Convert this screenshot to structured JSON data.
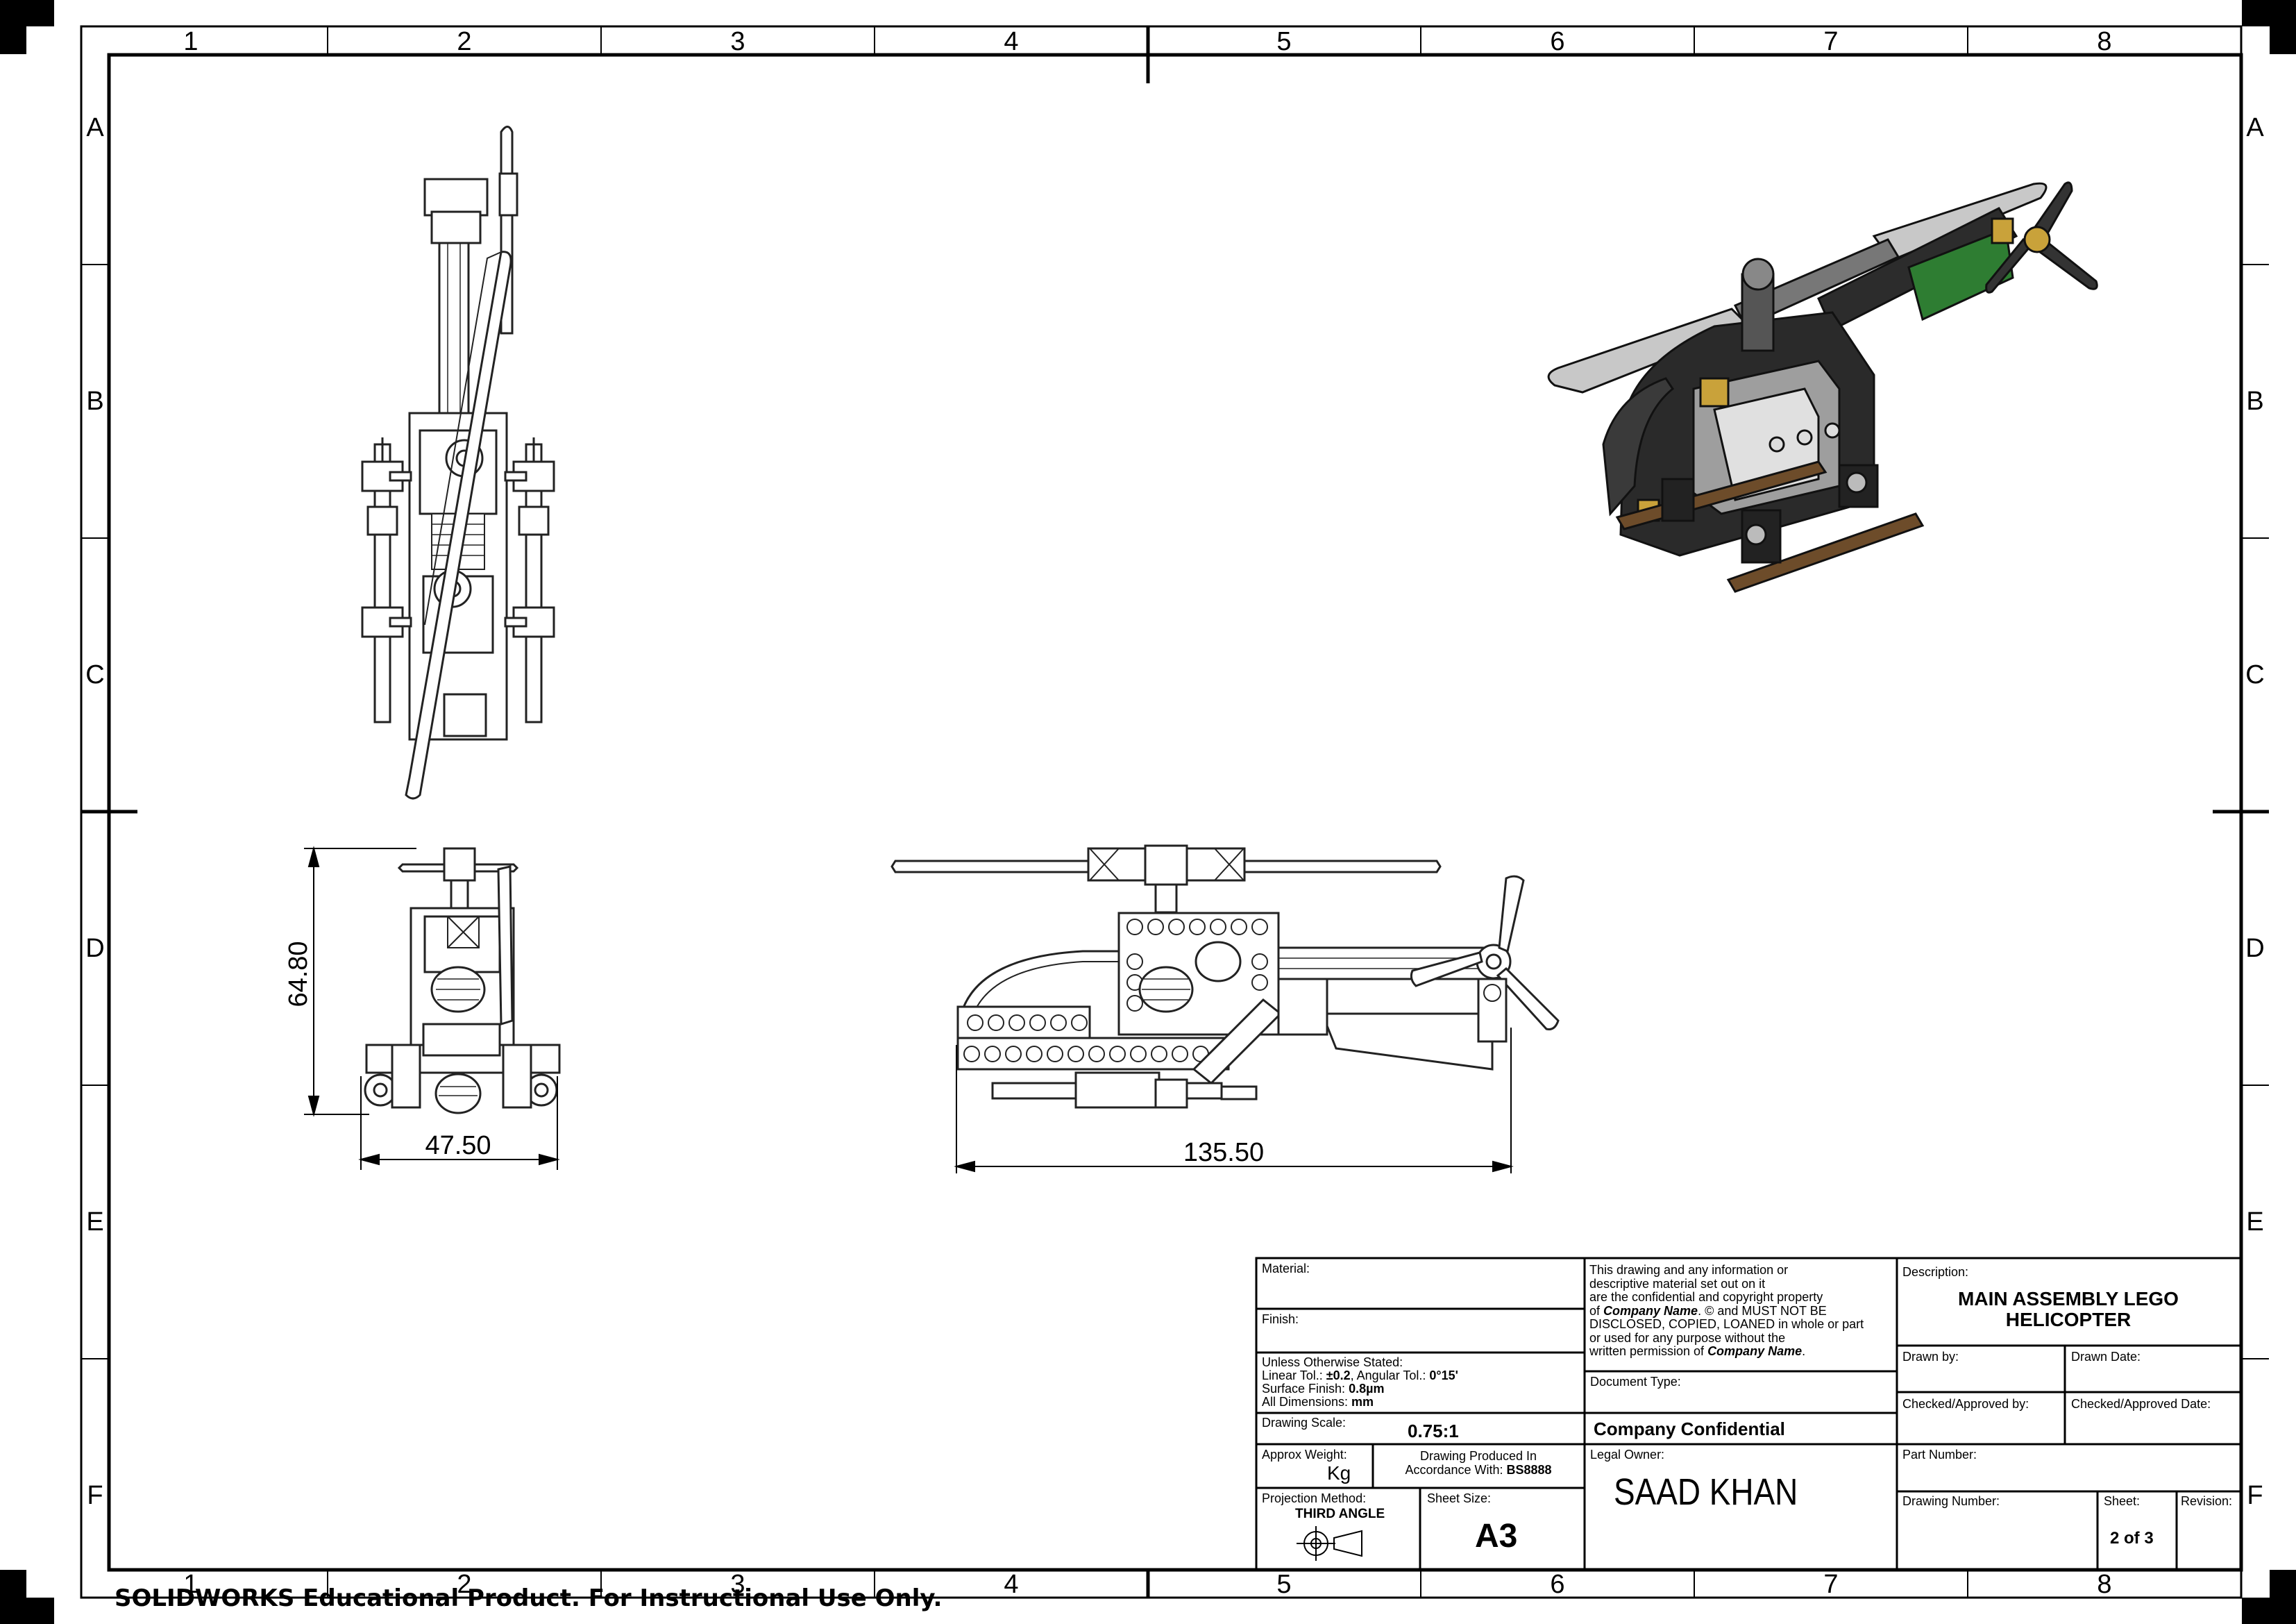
{
  "zone_columns": [
    "1",
    "2",
    "3",
    "4",
    "5",
    "6",
    "7",
    "8"
  ],
  "zone_rows": [
    "A",
    "B",
    "C",
    "D",
    "E",
    "F"
  ],
  "dimensions": {
    "height": "64.80",
    "width": "47.50",
    "length": "135.50"
  },
  "title_block": {
    "material_label": "Material:",
    "finish_label": "Finish:",
    "tolerances": {
      "line1": "Unless Otherwise Stated:",
      "line2_prefix": "Linear Tol.: ",
      "linear_tol": "±0.2",
      "line2_mid": ", Angular Tol.: ",
      "angular_tol": "0°15'",
      "line3_prefix": "Surface Finish: ",
      "surface_finish": "0.8µm",
      "line4_prefix": "All Dimensions: ",
      "all_dimensions": "mm"
    },
    "drawing_scale_label": "Drawing Scale:",
    "drawing_scale": "0.75:1",
    "approx_weight_label": "Approx Weight:",
    "weight_unit": "Kg",
    "produced_line1": "Drawing Produced In",
    "produced_line2_prefix": "Accordance With: ",
    "produced_standard": "BS8888",
    "projection_label": "Projection Method:",
    "projection_method": "THIRD ANGLE",
    "sheet_size_label": "Sheet Size:",
    "sheet_size": "A3",
    "confidential_lines": [
      "This drawing and any information or",
      "descriptive material set out on it",
      "are the confidential and copyright property",
      "DISCLOSED, COPIED, LOANED in whole or part",
      "or used for any purpose without the"
    ],
    "confidential_of": "of ",
    "company_name": "Company Name",
    "confidential_copyright": ". © and MUST NOT BE",
    "confidential_written": "written permission of ",
    "document_type_label": "Document Type:",
    "company_confidential": "Company Confidential",
    "legal_owner_label": "Legal Owner:",
    "legal_owner": "SAAD KHAN",
    "description_label": "Description:",
    "description_line1": "MAIN ASSEMBLY LEGO",
    "description_line2": "HELICOPTER",
    "drawn_by_label": "Drawn by:",
    "drawn_date_label": "Drawn Date:",
    "checked_by_label": "Checked/Approved by:",
    "checked_date_label": "Checked/Approved Date:",
    "part_number_label": "Part Number:",
    "drawing_number_label": "Drawing Number:",
    "sheet_label": "Sheet:",
    "sheet_value": "2 of 3",
    "revision_label": "Revision:"
  },
  "watermark": "SOLIDWORKS Educational Product. For Instructional Use Only."
}
